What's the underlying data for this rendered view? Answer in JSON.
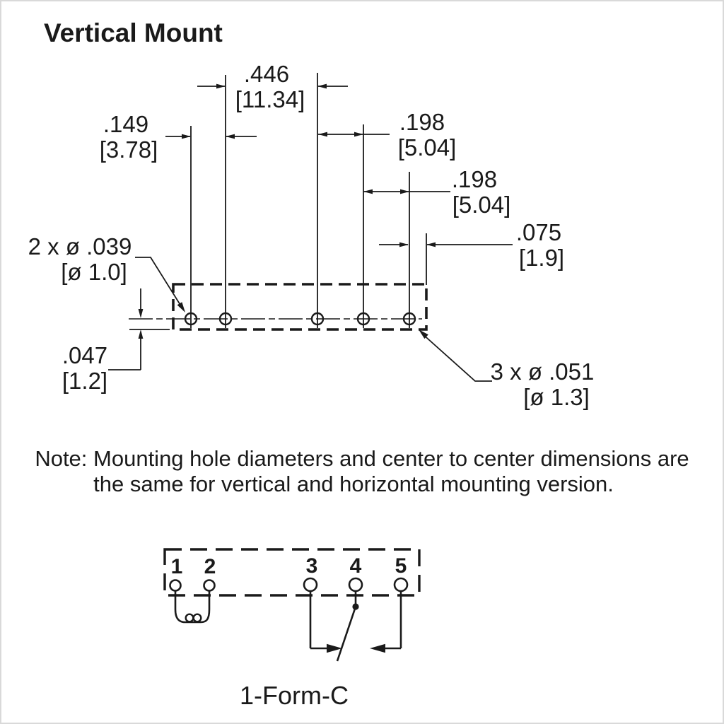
{
  "title": "Vertical Mount",
  "colors": {
    "ink": "#1a1a1a",
    "paper": "#ffffff"
  },
  "top_drawing": {
    "dims": {
      "pitch_2_3": {
        "inch": ".446",
        "mm": "[11.34]"
      },
      "pitch_1_2": {
        "inch": ".149",
        "mm": "[3.78]"
      },
      "pitch_3_4": {
        "inch": ".198",
        "mm": "[5.04]"
      },
      "pitch_4_5": {
        "inch": ".198",
        "mm": "[5.04]"
      },
      "edge_offset": {
        "inch": ".075",
        "mm": "[1.9]"
      },
      "row_offset": {
        "inch": ".047",
        "mm": "[1.2]"
      },
      "coil_holes": {
        "label": "2 x ø .039",
        "mm": "[ø 1.0]"
      },
      "contact_holes": {
        "label": "3 x ø .051",
        "mm": "[ø 1.3]"
      }
    }
  },
  "note": {
    "line1": "Note: Mounting hole diameters and center to center dimensions are",
    "line2": "the same for vertical and horizontal mounting version."
  },
  "schematic": {
    "pins": [
      "1",
      "2",
      "3",
      "4",
      "5"
    ],
    "caption": "1-Form-C"
  }
}
